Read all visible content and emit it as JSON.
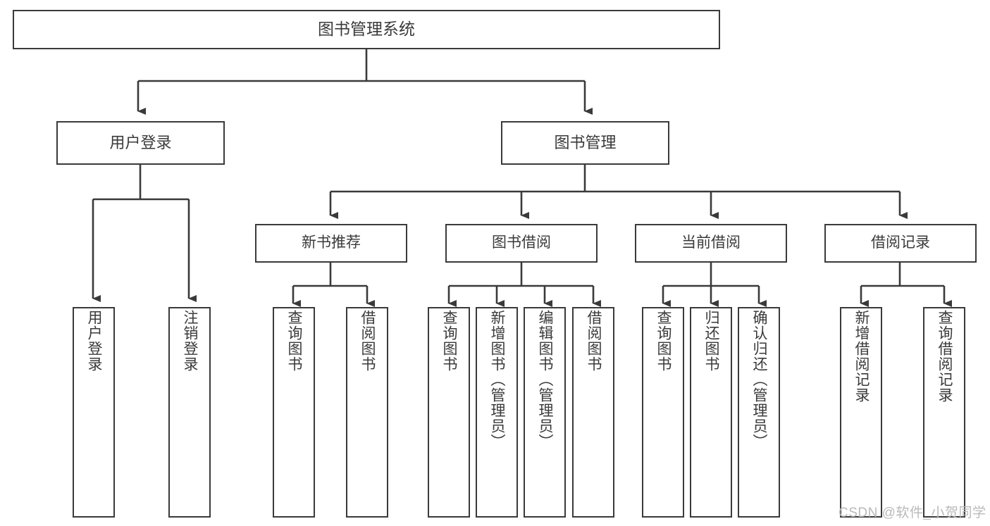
{
  "diagram": {
    "type": "hierarchy-tree",
    "title": "图书管理系统",
    "root": {
      "label": "图书管理系统"
    },
    "level1": [
      {
        "label": "用户登录"
      },
      {
        "label": "图书管理"
      }
    ],
    "level2": [
      {
        "label": "新书推荐",
        "parent": "图书管理"
      },
      {
        "label": "图书借阅",
        "parent": "图书管理"
      },
      {
        "label": "当前借阅",
        "parent": "图书管理"
      },
      {
        "label": "借阅记录",
        "parent": "图书管理"
      }
    ],
    "leaves": [
      {
        "label": "用户登录",
        "parent": "用户登录"
      },
      {
        "label": "注销登录",
        "parent": "用户登录"
      },
      {
        "label": "查询图书",
        "parent": "新书推荐"
      },
      {
        "label": "借阅图书",
        "parent": "新书推荐"
      },
      {
        "label": "查询图书",
        "parent": "图书借阅"
      },
      {
        "label": "新增图书（管理员）",
        "parent": "图书借阅"
      },
      {
        "label": "编辑图书（管理员）",
        "parent": "图书借阅"
      },
      {
        "label": "借阅图书",
        "parent": "图书借阅"
      },
      {
        "label": "查询图书",
        "parent": "当前借阅"
      },
      {
        "label": "归还图书",
        "parent": "当前借阅"
      },
      {
        "label": "确认归还（管理员）",
        "parent": "当前借阅"
      },
      {
        "label": "新增借阅记录",
        "parent": "借阅记录"
      },
      {
        "label": "查询借阅记录",
        "parent": "借阅记录"
      }
    ],
    "colors": {
      "stroke": "#3a3a3a",
      "fill": "#ffffff",
      "text": "#3a3a3a",
      "watermark": "#b9b9b9"
    }
  },
  "watermark": {
    "text": "CSDN @软件_小贺同学"
  }
}
